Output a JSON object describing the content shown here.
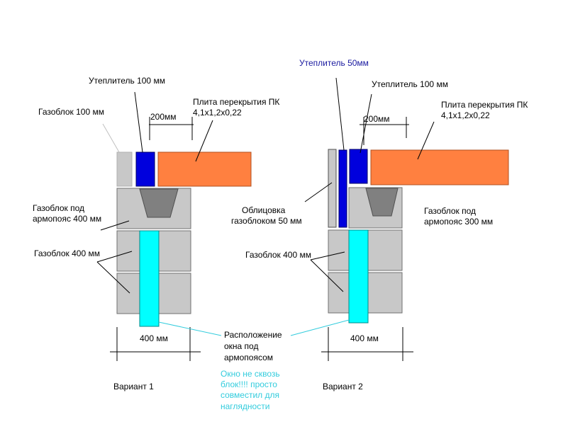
{
  "colors": {
    "background": "#ffffff",
    "gas_block": "#c8c8c8",
    "facing_block": "#c8c8c8",
    "insulation": "#0000dd",
    "slab": "#ff8040",
    "window": "#00ffff",
    "rebar_channel": "#808080",
    "leader_cyan": "#33ccdd",
    "label_blue": "#1a1aa0"
  },
  "variant1": {
    "title": "Вариант 1",
    "insulation_label": "Утеплитель 100 мм",
    "gasblock_100_label": "Газоблок 100 мм",
    "dim_200_label": "200мм",
    "slab_label_line1": "Плита перекрытия ПК",
    "slab_label_line2": "4,1x1,2x0,22",
    "ring_beam_block_line1": "Газоблок под",
    "ring_beam_block_line2": "армопояс 400 мм",
    "gasblock_400_label": "Газоблок 400 мм",
    "dim_400_label": "400 мм"
  },
  "variant2": {
    "title": "Вариант 2",
    "insulation_50_label": "Утеплитель 50мм",
    "insulation_100_label": "Утеплитель 100 мм",
    "dim_200_label": "200мм",
    "slab_label_line1": "Плита перекрытия ПК",
    "slab_label_line2": "4,1x1,2x0,22",
    "facing_line1": "Облицовка",
    "facing_line2": "газоблоком 50 мм",
    "ring_beam_block_line1": "Газоблок под",
    "ring_beam_block_line2": "армопояс 300 мм",
    "gasblock_400_label": "Газоблок 400 мм",
    "dim_400_label": "400 мм"
  },
  "shared": {
    "window_note_line1": "Расположение",
    "window_note_line2": "окна под",
    "window_note_line3": "армопоясом",
    "remark_line1": "Окно не сквозь",
    "remark_line2": "блок!!!! просто",
    "remark_line3": "совместил для",
    "remark_line4": "наглядности"
  }
}
